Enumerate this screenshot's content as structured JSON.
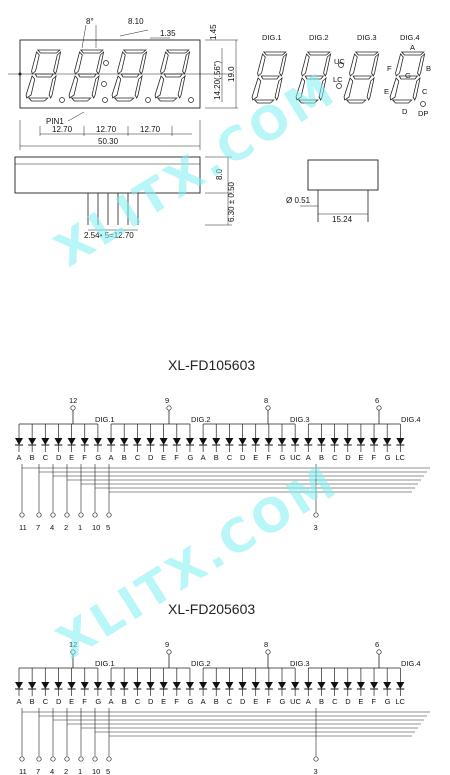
{
  "watermark": "XLITX.COM",
  "mechanical": {
    "dim_angle": "8°",
    "dim_8_10": "8.10",
    "dim_1_35": "1.35",
    "dim_1_45": "1.45",
    "dim_14_20": "14.20(.56\")",
    "dim_19_0": "19.0",
    "pin1_label": "PIN1",
    "pitch_1": "12.70",
    "pitch_2": "12.70",
    "pitch_3": "12.70",
    "overall_width": "50.30",
    "dim_8_0": "8.0",
    "dim_6_30": "6.30 ± 0.50",
    "pin_spacing": "2.54• 5=12.70",
    "pin_dia": "Ø 0.51",
    "row_spacing": "15.24"
  },
  "segment_map": {
    "digit_labels": [
      "DIG.1",
      "DIG.2",
      "DIG.3",
      "DIG.4"
    ],
    "uc_label": "UC",
    "lc_label": "LC",
    "seg_a": "A",
    "seg_b": "B",
    "seg_c": "C",
    "seg_d": "D",
    "seg_e": "E",
    "seg_f": "F",
    "seg_g": "G",
    "seg_dp": "DP"
  },
  "circuits": [
    {
      "title": "XL-FD105603",
      "common_pins": [
        "12",
        "9",
        "8",
        "6"
      ],
      "digit_labels": [
        "DIG.1",
        "DIG.2",
        "DIG.3",
        "DIG.4"
      ],
      "segment_labels": [
        "A",
        "B",
        "C",
        "D",
        "E",
        "F",
        "G",
        "A",
        "B",
        "C",
        "D",
        "E",
        "F",
        "G",
        "A",
        "B",
        "C",
        "D",
        "E",
        "F",
        "G",
        "UC",
        "A",
        "B",
        "C",
        "D",
        "E",
        "F",
        "G",
        "LC"
      ],
      "bottom_pins": [
        "11",
        "7",
        "4",
        "2",
        "1",
        "10",
        "5"
      ],
      "extra_pin": "3"
    },
    {
      "title": "XL-FD205603",
      "common_pins": [
        "12",
        "9",
        "8",
        "6"
      ],
      "digit_labels": [
        "DIG.1",
        "DIG.2",
        "DIG.3",
        "DIG.4"
      ],
      "segment_labels": [
        "A",
        "B",
        "C",
        "D",
        "E",
        "F",
        "G",
        "A",
        "B",
        "C",
        "D",
        "E",
        "F",
        "G",
        "A",
        "B",
        "C",
        "D",
        "E",
        "F",
        "G",
        "UC",
        "A",
        "B",
        "C",
        "D",
        "E",
        "F",
        "G",
        "LC"
      ],
      "bottom_pins": [
        "11",
        "7",
        "4",
        "2",
        "1",
        "10",
        "5"
      ],
      "extra_pin": "3"
    }
  ]
}
